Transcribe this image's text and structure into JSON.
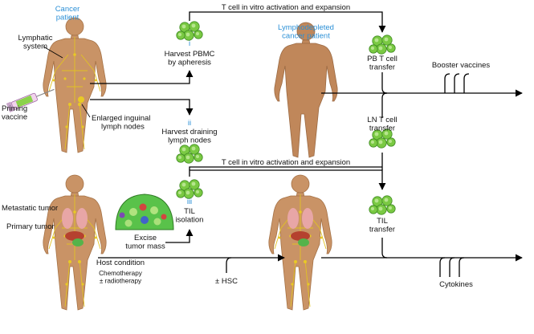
{
  "labels": {
    "cancer_patient": "Cancer\npatient",
    "lymphatic_system": "Lymphatic\nsystem",
    "priming_vaccine": "Priming\nvaccine",
    "enlarged_nodes": "Enlarged inguinal\nlymph nodes",
    "metastatic_tumor": "Metastatic tumor",
    "primary_tumor": "Primary tumor",
    "excise_tumor": "Excise\ntumor mass",
    "host_condition": "Host condition",
    "chemo": "Chemotherapy\n± radiotherapy",
    "hsc": "± HSC",
    "lymphodepleted": "Lymphodepleted\ncancer patient",
    "tcell_expansion_top": "T cell in vitro activation and expansion",
    "tcell_expansion_mid": "T cell in vitro activation and expansion",
    "pb_transfer": "PB T cell\ntransfer",
    "ln_transfer": "LN T cell\ntransfer",
    "til_transfer": "TIL\ntransfer",
    "booster": "Booster vaccines",
    "cytokines": "Cytokines"
  },
  "steps": [
    {
      "numeral": "i",
      "text": "Harvest PBMC\nby apheresis"
    },
    {
      "numeral": "ii",
      "text": "Harvest draining\nlymph nodes"
    },
    {
      "numeral": "iii",
      "text": "TIL\nisolation"
    }
  ],
  "colors": {
    "accent_blue": "#2a8fd6",
    "skin": "#c99366",
    "lymph": "#e1c224",
    "cell": "#7ac943",
    "tumor": "#55b34a"
  }
}
